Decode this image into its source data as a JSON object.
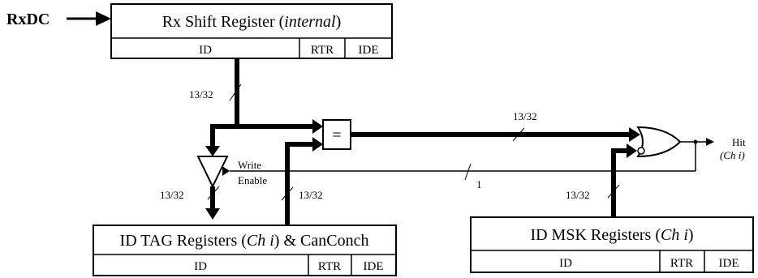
{
  "input": {
    "label": "RxDC"
  },
  "rx_register": {
    "title": "Rx Shift Register (",
    "title_italic": "internal",
    "title_end": ")",
    "fields": [
      "ID",
      "RTR",
      "IDE"
    ]
  },
  "tag_register": {
    "title": "ID TAG Registers (",
    "title_italic": "Ch i",
    "title_end": ") & CanConch",
    "fields": [
      "ID",
      "RTR",
      "IDE"
    ]
  },
  "msk_register": {
    "title": "ID MSK Registers (",
    "title_italic": "Ch i",
    "title_end": ")",
    "fields": [
      "ID",
      "RTR",
      "IDE"
    ]
  },
  "comparator": {
    "symbol": "="
  },
  "bus_labels": {
    "rx_out": "13/32",
    "compare_out": "13/32",
    "tag_in": "13/32",
    "tag_out": "13/32",
    "msk_out": "13/32",
    "feedback": "1"
  },
  "buffer": {
    "label_line1": "Write",
    "label_line2": "Enable"
  },
  "output": {
    "label": "Hit",
    "sub": "(Ch i)"
  }
}
